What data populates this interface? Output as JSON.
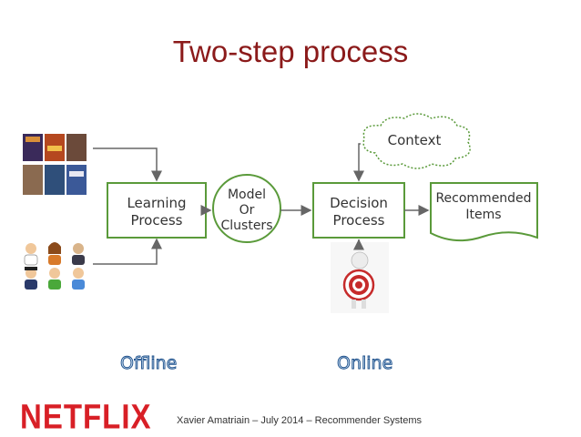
{
  "title": "Two-step process",
  "nodes": {
    "learning": [
      "Learning",
      "Process"
    ],
    "model": [
      "Model",
      "Or",
      "Clusters"
    ],
    "decision": [
      "Decision",
      "Process"
    ],
    "recommended": [
      "Recommended",
      "Items"
    ],
    "context": "Context"
  },
  "labels": {
    "offline": "Offline",
    "online": "Online"
  },
  "footer": "Xavier Amatriain – July 2014 – Recommender Systems",
  "logo": "NETFLIX",
  "colors": {
    "title": "#8b1a1a",
    "box_border": "#5a9a3a",
    "arrow": "#666666",
    "brand": "#d81f26",
    "label_outline": "#1d4f8a"
  }
}
